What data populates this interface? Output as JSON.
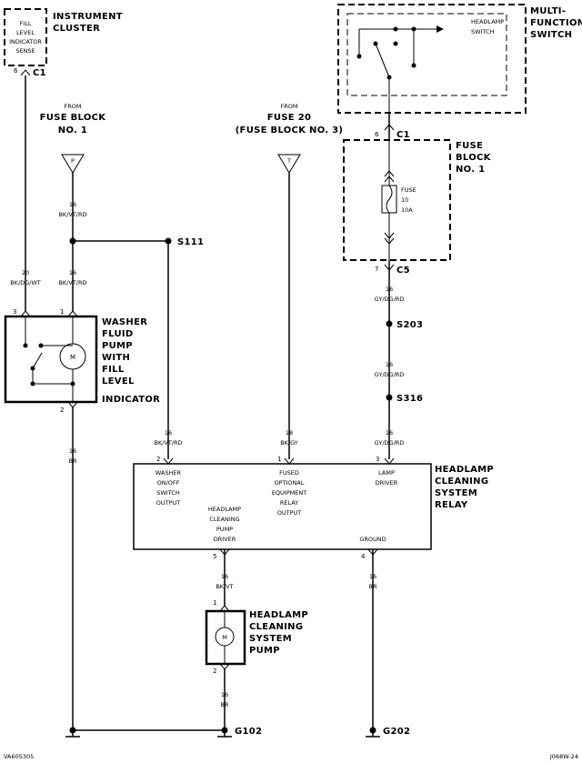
{
  "components": {
    "instrument_cluster": {
      "title": [
        "INSTRUMENT",
        "CLUSTER"
      ],
      "inner": [
        "FILL",
        "LEVEL",
        "INDICATOR",
        "SENSE"
      ],
      "pin": "6",
      "connector": "C1"
    },
    "multifunction_switch": {
      "title": [
        "MULTI-",
        "FUNCTION",
        "SWITCH"
      ],
      "inner": [
        "HEADLAMP",
        "SWITCH"
      ],
      "pin": "6",
      "connector": "C1"
    },
    "fuse_block": {
      "title": [
        "FUSE",
        "BLOCK",
        "NO. 1"
      ],
      "fuse_label": [
        "FUSE",
        "10",
        "10A"
      ],
      "pin_bottom": "7",
      "connector_bottom": "C5"
    },
    "washer_pump": {
      "title": [
        "WASHER",
        "FLUID",
        "PUMP",
        "WITH",
        "FILL",
        "LEVEL",
        "INDICATOR"
      ],
      "pins": [
        "3",
        "1",
        "2"
      ],
      "motor": "M"
    },
    "relay": {
      "title": [
        "HEADLAMP",
        "CLEANING",
        "SYSTEM",
        "RELAY"
      ],
      "pin_labels": {
        "p2": [
          "WASHER",
          "ON/OFF",
          "SWITCH",
          "OUTPUT"
        ],
        "p1": [
          "FUSED",
          "OPTIONAL",
          "EQUIPMENT",
          "RELAY",
          "OUTPUT"
        ],
        "p3": [
          "LAMP",
          "DRIVER"
        ],
        "p5": [
          "HEADLAMP",
          "CLEANING",
          "PUMP",
          "DRIVER"
        ],
        "p4": [
          "GROUND"
        ]
      },
      "pins": {
        "p2": "2",
        "p1": "1",
        "p3": "3",
        "p5": "5",
        "p4": "4"
      }
    },
    "headlamp_pump": {
      "title": [
        "HEADLAMP",
        "CLEANING",
        "SYSTEM",
        "PUMP"
      ],
      "pins": [
        "1",
        "2"
      ],
      "motor": "M"
    }
  },
  "sources": {
    "fuse_block_1": {
      "from": "FROM",
      "name": [
        "FUSE BLOCK",
        "NO. 1"
      ],
      "terminal": "P"
    },
    "fuse_20": {
      "from": "FROM",
      "name": [
        "FUSE 20",
        "(FUSE BLOCK NO. 3)"
      ],
      "terminal": "T"
    }
  },
  "wires": {
    "w_bkvtrd_top": [
      "16",
      "BK/VT/RD"
    ],
    "w_bkdgwt": [
      "20",
      "BK/DG/WT"
    ],
    "w_bkvtrd_mid": [
      "16",
      "BK/VT/RD"
    ],
    "w_br_left": [
      "16",
      "BR"
    ],
    "w_bkvtrd_relay": [
      "16",
      "BK/VT/RD"
    ],
    "w_bkgy": [
      "18",
      "BK/GY"
    ],
    "w_gydgrd_1": [
      "16",
      "GY/DG/RD"
    ],
    "w_gydgrd_2": [
      "16",
      "GY/DG/RD"
    ],
    "w_gydgrd_3": [
      "16",
      "GY/DG/RD"
    ],
    "w_bkvt": [
      "16",
      "BK/VT"
    ],
    "w_br_right": [
      "16",
      "BR"
    ],
    "w_br_pump": [
      "16",
      "BR"
    ]
  },
  "splices": {
    "s111": "S111",
    "s203": "S203",
    "s316": "S316"
  },
  "grounds": {
    "g102": "G102",
    "g202": "G202"
  },
  "footer": {
    "left": "VA605305",
    "right": "J068W-24"
  }
}
